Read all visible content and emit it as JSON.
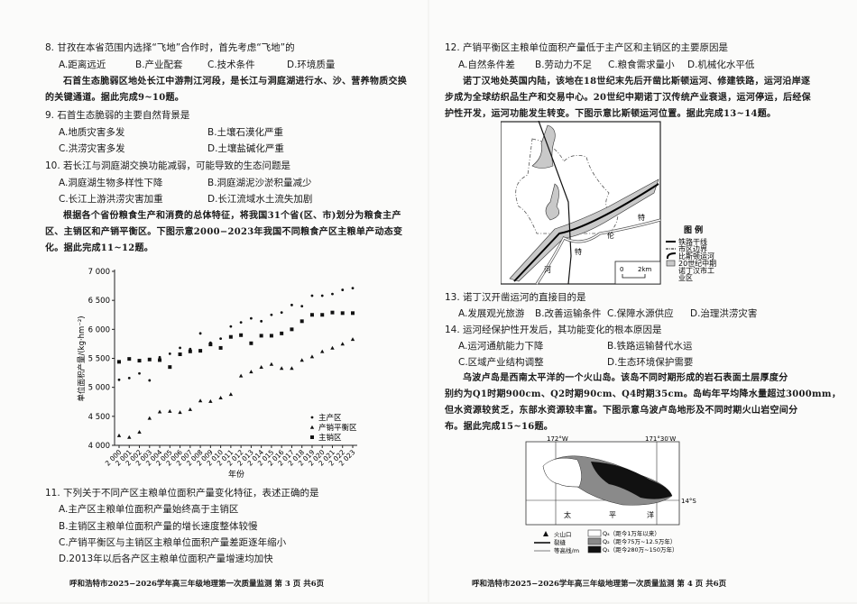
{
  "left_page": {
    "q8": {
      "stem": "8. 甘孜在本省范围内选择“飞地”合作时，首先考虑“飞地”的",
      "options": [
        "A.距离远近",
        "B.产业配套",
        "C.技术条件",
        "D.环境质量"
      ]
    },
    "passage_9_10": [
      "石首生态脆弱区地处长江中游荆江河段，是长江与洞庭湖进行水、沙、营养物质交换",
      "的关键通道。据此完成9~10题。"
    ],
    "q9": {
      "stem": "9. 石首生态脆弱的主要自然背景是",
      "options": [
        "A.地质灾害多发",
        "B.土壤石漠化严重",
        "C.洪涝灾害多发",
        "D.土壤盐碱化严重"
      ]
    },
    "q10": {
      "stem": "10. 若长江与洞庭湖交换功能减弱，可能导致的生态问题是",
      "options": [
        "A.洞庭湖生物多样性下降",
        "B.洞庭湖泥沙淤积量减少",
        "C.长江上游洪涝灾害加重",
        "D.长江流域水土流失加剧"
      ]
    },
    "passage_11_12": [
      "根据各个省份粮食生产和消费的总体特征，将我国31个省(区、市)划分为粮食主产",
      "区、主销区和产销平衡区。下图示意2000−2023年我国不同粮食产区主粮单产动态变",
      "化。据此完成11~12题。"
    ],
    "q11": {
      "stem": "11. 下列关于不同产区主粮单位面积产量变化特征，表述正确的是",
      "options": [
        "A.主产区主粮单位面积产量始终高于主销区",
        "B.主销区主粮单位面积产量的增长速度整体较慢",
        "C.产销平衡区与主销区主粮单位面积产量差距逐年缩小",
        "D.2013年以后各产区主粮单位面积产量增速均加快"
      ]
    },
    "footer": "呼和浩特市2025−2026学年高三年级地理第一次质量监测  第 3 页  共6页"
  },
  "chart_data": {
    "type": "scatter",
    "title": "",
    "xlabel": "年份",
    "ylabel": "单位面积产量/(kg·hm⁻²)",
    "ylim": [
      4000,
      7000
    ],
    "yticks": [
      "4 000",
      "4 500",
      "5 000",
      "5 500",
      "6 000",
      "6 500",
      "7 000"
    ],
    "ytick_values": [
      4000,
      4500,
      5000,
      5500,
      6000,
      6500,
      7000
    ],
    "categories": [
      "2 000",
      "2 001",
      "2 002",
      "2 003",
      "2 004",
      "2 005",
      "2 006",
      "2 007",
      "2 008",
      "2 009",
      "2 010",
      "2 011",
      "2 012",
      "2 013",
      "2 014",
      "2 015",
      "2 016",
      "2 017",
      "2 018",
      "2 019",
      "2 020",
      "2 021",
      "2 022",
      "2 023"
    ],
    "x": [
      2000,
      2001,
      2002,
      2003,
      2004,
      2005,
      2006,
      2007,
      2008,
      2009,
      2010,
      2011,
      2012,
      2013,
      2014,
      2015,
      2016,
      2017,
      2018,
      2019,
      2020,
      2021,
      2022,
      2023
    ],
    "legend_position": "bottom-right",
    "grid": false,
    "series": [
      {
        "name": "主产区",
        "marker": "dot",
        "values": [
          5130,
          5160,
          5240,
          5120,
          5520,
          5580,
          5680,
          5660,
          5930,
          5770,
          5840,
          6050,
          6120,
          6190,
          6140,
          6250,
          6290,
          6420,
          6400,
          6580,
          6580,
          6610,
          6680,
          6710
        ]
      },
      {
        "name": "产销平衡区",
        "marker": "triangle",
        "values": [
          4170,
          4140,
          4230,
          4470,
          4580,
          4590,
          4570,
          4620,
          4770,
          4760,
          4820,
          4880,
          5200,
          5270,
          5350,
          5400,
          5330,
          5330,
          5470,
          5530,
          5620,
          5680,
          5750,
          5830
        ]
      },
      {
        "name": "主销区",
        "marker": "square",
        "values": [
          5440,
          5490,
          5460,
          5480,
          5470,
          5350,
          5570,
          5620,
          5630,
          5740,
          5680,
          5870,
          5900,
          5760,
          5890,
          5890,
          5930,
          6000,
          6140,
          6250,
          6250,
          6290,
          6280,
          6280
        ]
      }
    ]
  },
  "right_page": {
    "q12": {
      "stem": "12. 产销平衡区主粮单位面积产量低于主产区和主销区的主要原因是",
      "options": [
        "A.自然条件差",
        "B.劳动力不足",
        "C.粮食需求量小",
        "D.机械化水平低"
      ]
    },
    "passage_13_14": [
      "诺丁汉地处英国内陆，该地在18世纪末先后开凿比斯顿运河、修建铁路，运河沿岸逐",
      "步成为全球纺织品生产和交易中心。20世纪中期诺丁汉传统产业衰退，运河停运，后经保",
      "护性开发，运河功能发生转变。下图示意比斯顿运河位置。据此完成13~14题。"
    ],
    "nottingham_map": {
      "river_chars": [
        "特",
        "伦",
        "特",
        "河"
      ],
      "scale": {
        "zero": "0",
        "distance": "2km"
      },
      "legend_title": "图 例",
      "legend": [
        "铁路干线",
        "市区边界",
        "比斯顿运河",
        "20世纪中期",
        "诺丁汉市工",
        "业区"
      ]
    },
    "q13": {
      "stem": "13. 诺丁汉开凿运河的直接目的是",
      "options": [
        "A.发展观光旅游",
        "B.改善运输条件",
        "C.保障水源供应",
        "D.治理洪涝灾害"
      ]
    },
    "q14": {
      "stem": "14. 运河经保护性开发后，其功能变化的根本原因是",
      "options": [
        "A.运河通航能力下降",
        "B.铁路运输替代水运",
        "C.区域产业结构调整",
        "D.生态环境保护需要"
      ]
    },
    "passage_15_16": [
      "乌波卢岛是西南太平洋的一个火山岛。该岛不同时期形成的岩石表面土层厚度分",
      "别约为Q1时期900cm、Q2时期90cm、Q4时期35cm。岛屿年平均降水量超过3000mm，",
      "但水资源较贫乏，东部水资源较丰富。下图示意乌波卢岛地形及不同时期火山岩空间分",
      "布。据此完成15~16题。"
    ],
    "island_map": {
      "lon_labels": [
        "172°W",
        "171°30′W"
      ],
      "lat_label": "14°S",
      "ocean_chars": [
        "太",
        "平",
        "洋"
      ],
      "legend_left": [
        "火山口",
        "裂缝",
        "等高线/m"
      ],
      "legend_right": [
        "Q₄（距今1万年以来）",
        "Q₂（距今75万~12.5万年）",
        "Q₁（距今280万~150万年）"
      ],
      "colors": {
        "Q4": "#ffffff",
        "Q2": "#8a8a8a",
        "Q1": "#111111"
      }
    },
    "footer": "呼和浩特市2025−2026学年高三年级地理第一次质量监测  第 4 页  共6页"
  }
}
